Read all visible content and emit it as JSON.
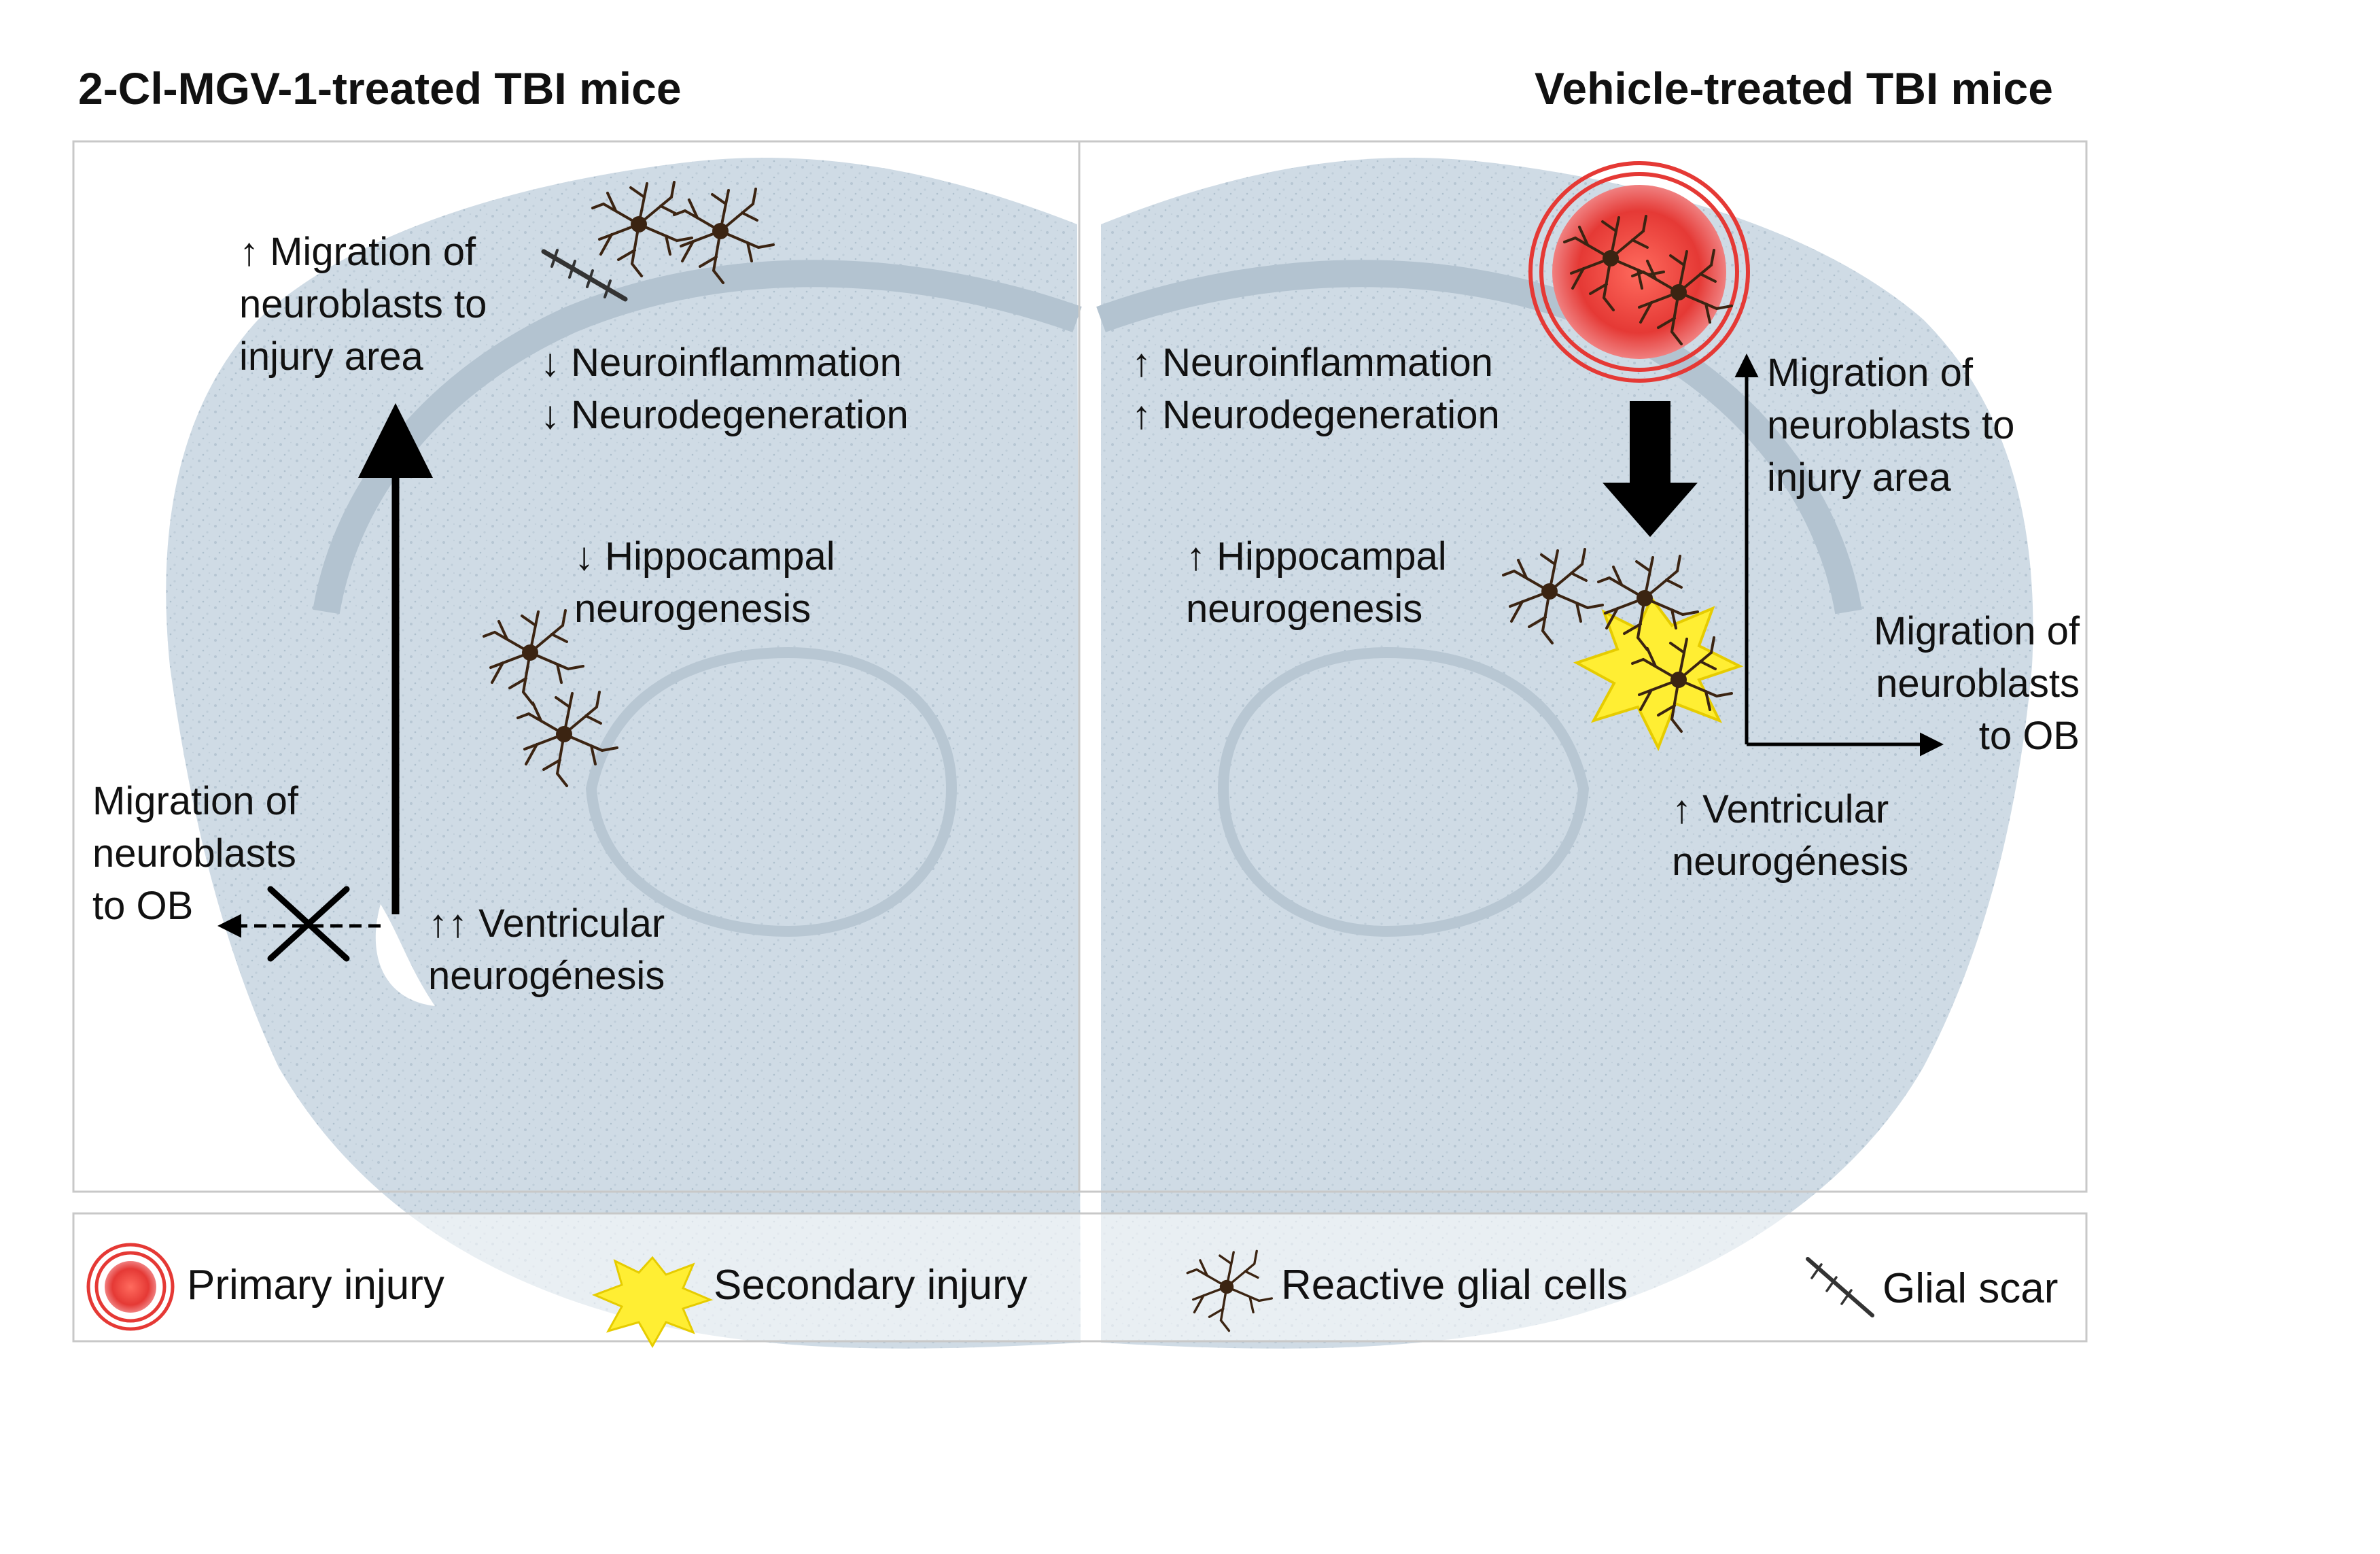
{
  "titles": {
    "left": "2-Cl-MGV-1-treated TBI mice",
    "right": "Vehicle-treated TBI mice"
  },
  "left_panel": {
    "migration_injury": "↑ Migration of\nneuroblasts to\ninjury area",
    "neuro_changes": "↓ Neuroinflammation\n↓ Neurodegeneration",
    "hippocampal": "↓ Hippocampal\n   neurogenesis",
    "migration_ob": "Migration of\nneuroblasts\nto OB",
    "ventricular": "↑↑ Ventricular\n  neurogénesis"
  },
  "right_panel": {
    "neuro_changes": "↑ Neuroinflammation\n↑ Neurodegeneration",
    "hippocampal": "↑ Hippocampal\n   neurogenesis",
    "migration_injury": "Migration of\nneuroblasts to\ninjury area",
    "migration_ob": "Migration of\nneuroblasts\nto OB",
    "ventricular": "↑ Ventricular\nneurogénesis"
  },
  "legend": {
    "primary": "Primary injury",
    "secondary": "Secondary injury",
    "glial": "Reactive glial cells",
    "scar": "Glial scar"
  },
  "colors": {
    "brain_tissue": "#cfdbe5",
    "primary_injury": "#e53935",
    "secondary_injury": "#ffee33",
    "glial_cell": "#3b2412"
  }
}
